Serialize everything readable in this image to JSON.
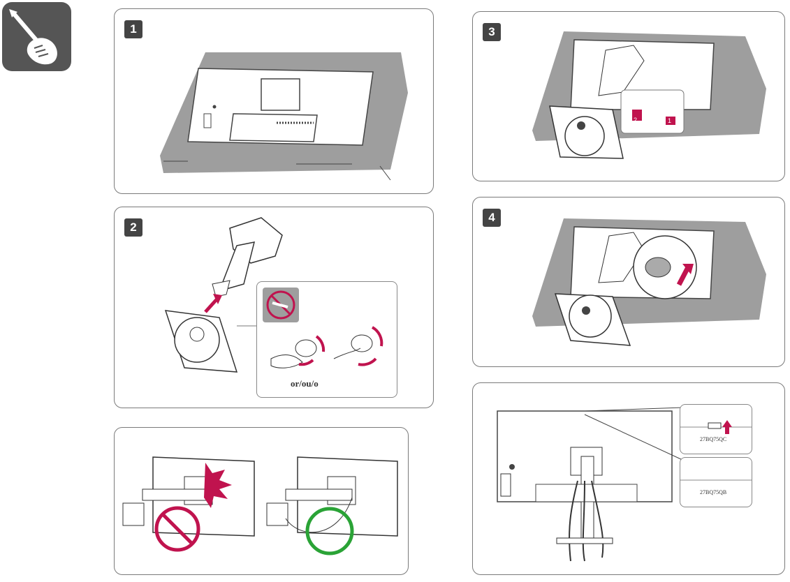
{
  "icons": {
    "tool_badge": "screwdriver-hand-icon"
  },
  "steps": {
    "s1": "1",
    "s2": "2",
    "s3": "3",
    "s4": "4"
  },
  "step2_caption": "or/ou/o",
  "step3_arrow_labels": [
    "2",
    "1"
  ],
  "models": {
    "top": "27BQ75QC",
    "bottom": "27BQ75QB"
  },
  "colors": {
    "accent": "#c0134e",
    "ok": "#2aa336",
    "cloth": "#9e9e9e",
    "badge": "#555555"
  }
}
